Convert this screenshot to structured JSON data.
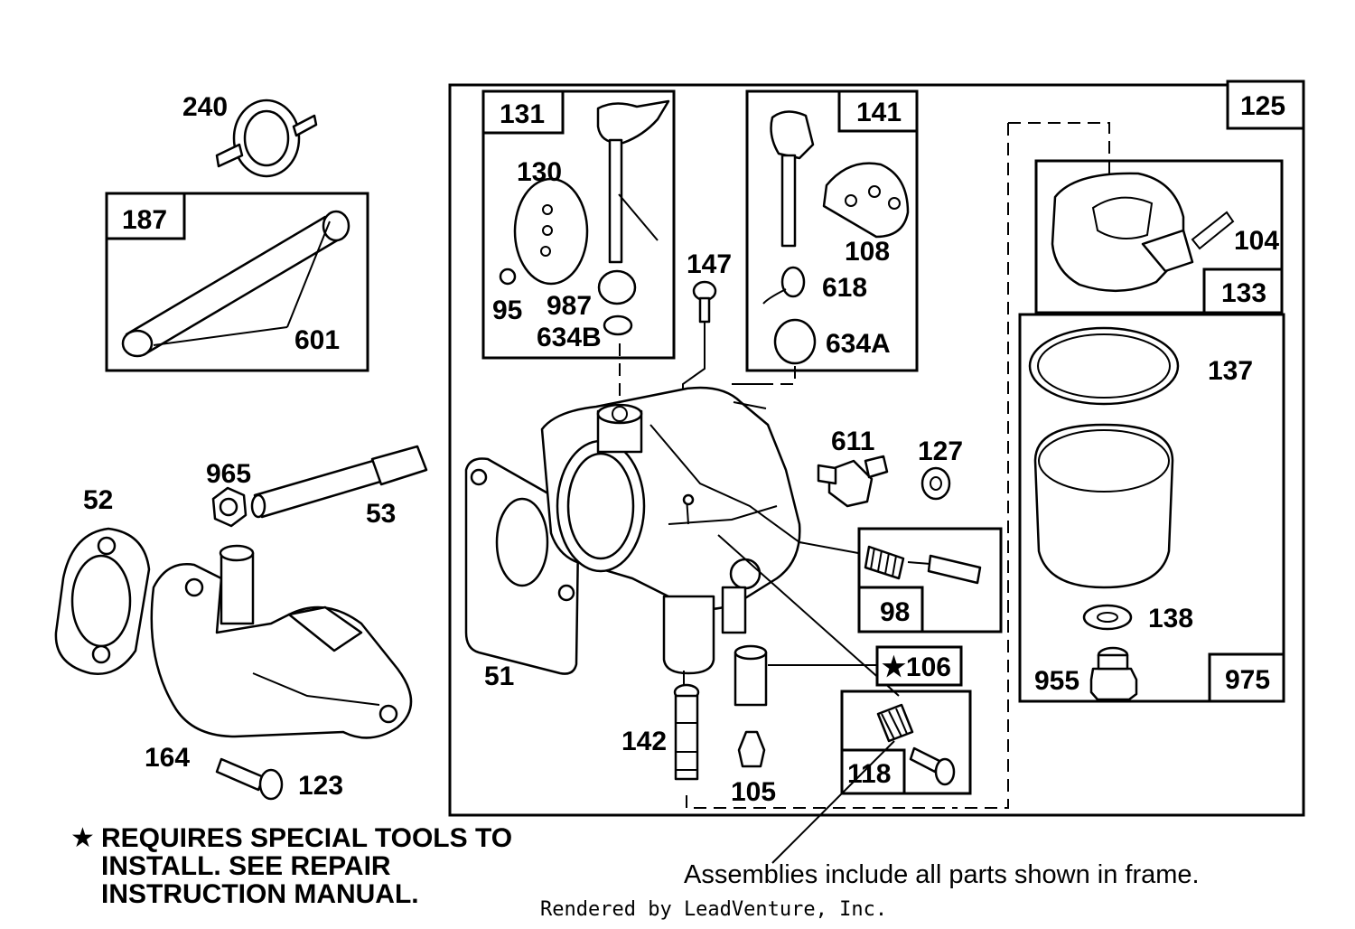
{
  "labels": {
    "p240": "240",
    "p187": "187",
    "p601": "601",
    "p965": "965",
    "p53": "53",
    "p52": "52",
    "p164": "164",
    "p123": "123",
    "p131": "131",
    "p130": "130",
    "p95": "95",
    "p987": "987",
    "p634b": "634B",
    "p141": "141",
    "p108": "108",
    "p618": "618",
    "p634a": "634A",
    "p147": "147",
    "p611": "611",
    "p127": "127",
    "p51": "51",
    "p98": "98",
    "p106": "★106",
    "p118": "118",
    "p142": "142",
    "p105": "105",
    "p125": "125",
    "p104": "104",
    "p133": "133",
    "p137": "137",
    "p138": "138",
    "p955": "955",
    "p975": "975"
  },
  "notes": {
    "special_tools": "REQUIRES SPECIAL TOOLS TO INSTALL.  SEE REPAIR INSTRUCTION MANUAL.",
    "star": "★",
    "assemblies": "Assemblies include all parts shown in frame."
  },
  "footer": {
    "credit": "Rendered by LeadVenture, Inc."
  }
}
